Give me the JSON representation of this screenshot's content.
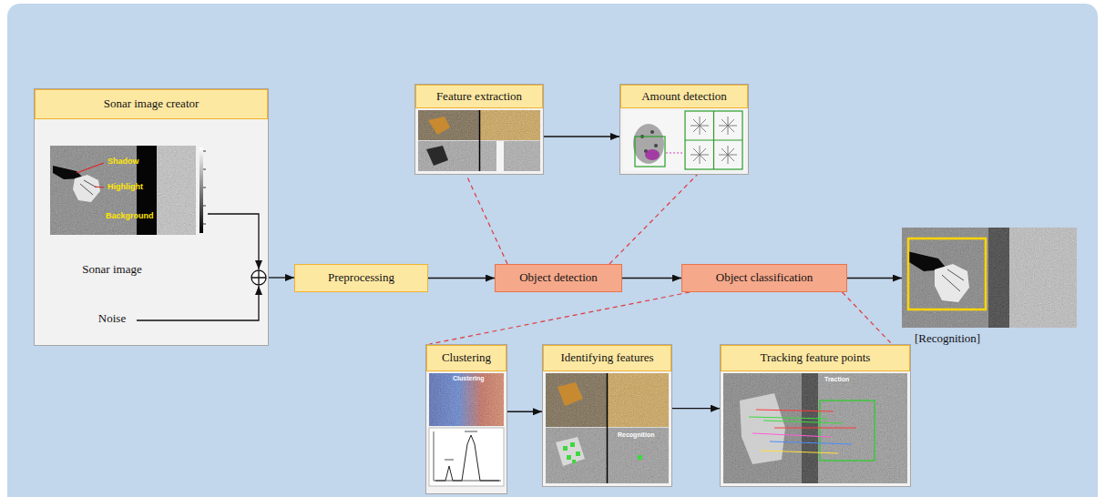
{
  "diagram": {
    "nodes": [
      {
        "text": [
          "Sonar image creator",
          "Sonar image",
          "Noise"
        ]
      },
      {
        "text": [
          "Preprocessing"
        ]
      },
      {
        "text": [
          "Object detection"
        ]
      },
      {
        "text": [
          "Object classification"
        ]
      },
      {
        "text": [
          "Feature extraction"
        ]
      },
      {
        "text": [
          "Amount detection"
        ]
      },
      {
        "text": [
          "Clustering"
        ]
      },
      {
        "text": [
          "Identifying features"
        ]
      },
      {
        "text": [
          "Tracking feature points"
        ]
      },
      {
        "text": [
          "[Recognition]"
        ]
      }
    ],
    "edges": [
      {
        "from": 0,
        "to": 1,
        "arrow": "to"
      },
      {
        "from": 1,
        "to": 2,
        "arrow": "to"
      },
      {
        "from": 2,
        "to": 3,
        "arrow": "to"
      },
      {
        "from": 3,
        "to": 9,
        "arrow": "to"
      },
      {
        "from": 4,
        "to": 5,
        "arrow": "to"
      },
      {
        "from": 6,
        "to": 7,
        "arrow": "to"
      },
      {
        "from": 7,
        "to": 8,
        "arrow": "to"
      },
      {
        "from": 2,
        "to": 4,
        "arrow": "none"
      },
      {
        "from": 2,
        "to": 5,
        "arrow": "none"
      },
      {
        "from": 3,
        "to": 6,
        "arrow": "none"
      },
      {
        "from": 3,
        "to": 8,
        "arrow": "none"
      }
    ],
    "labels": [
      "Shadow",
      "Highlight",
      "Background",
      "Clustering",
      "Recognition",
      "Traction"
    ]
  }
}
